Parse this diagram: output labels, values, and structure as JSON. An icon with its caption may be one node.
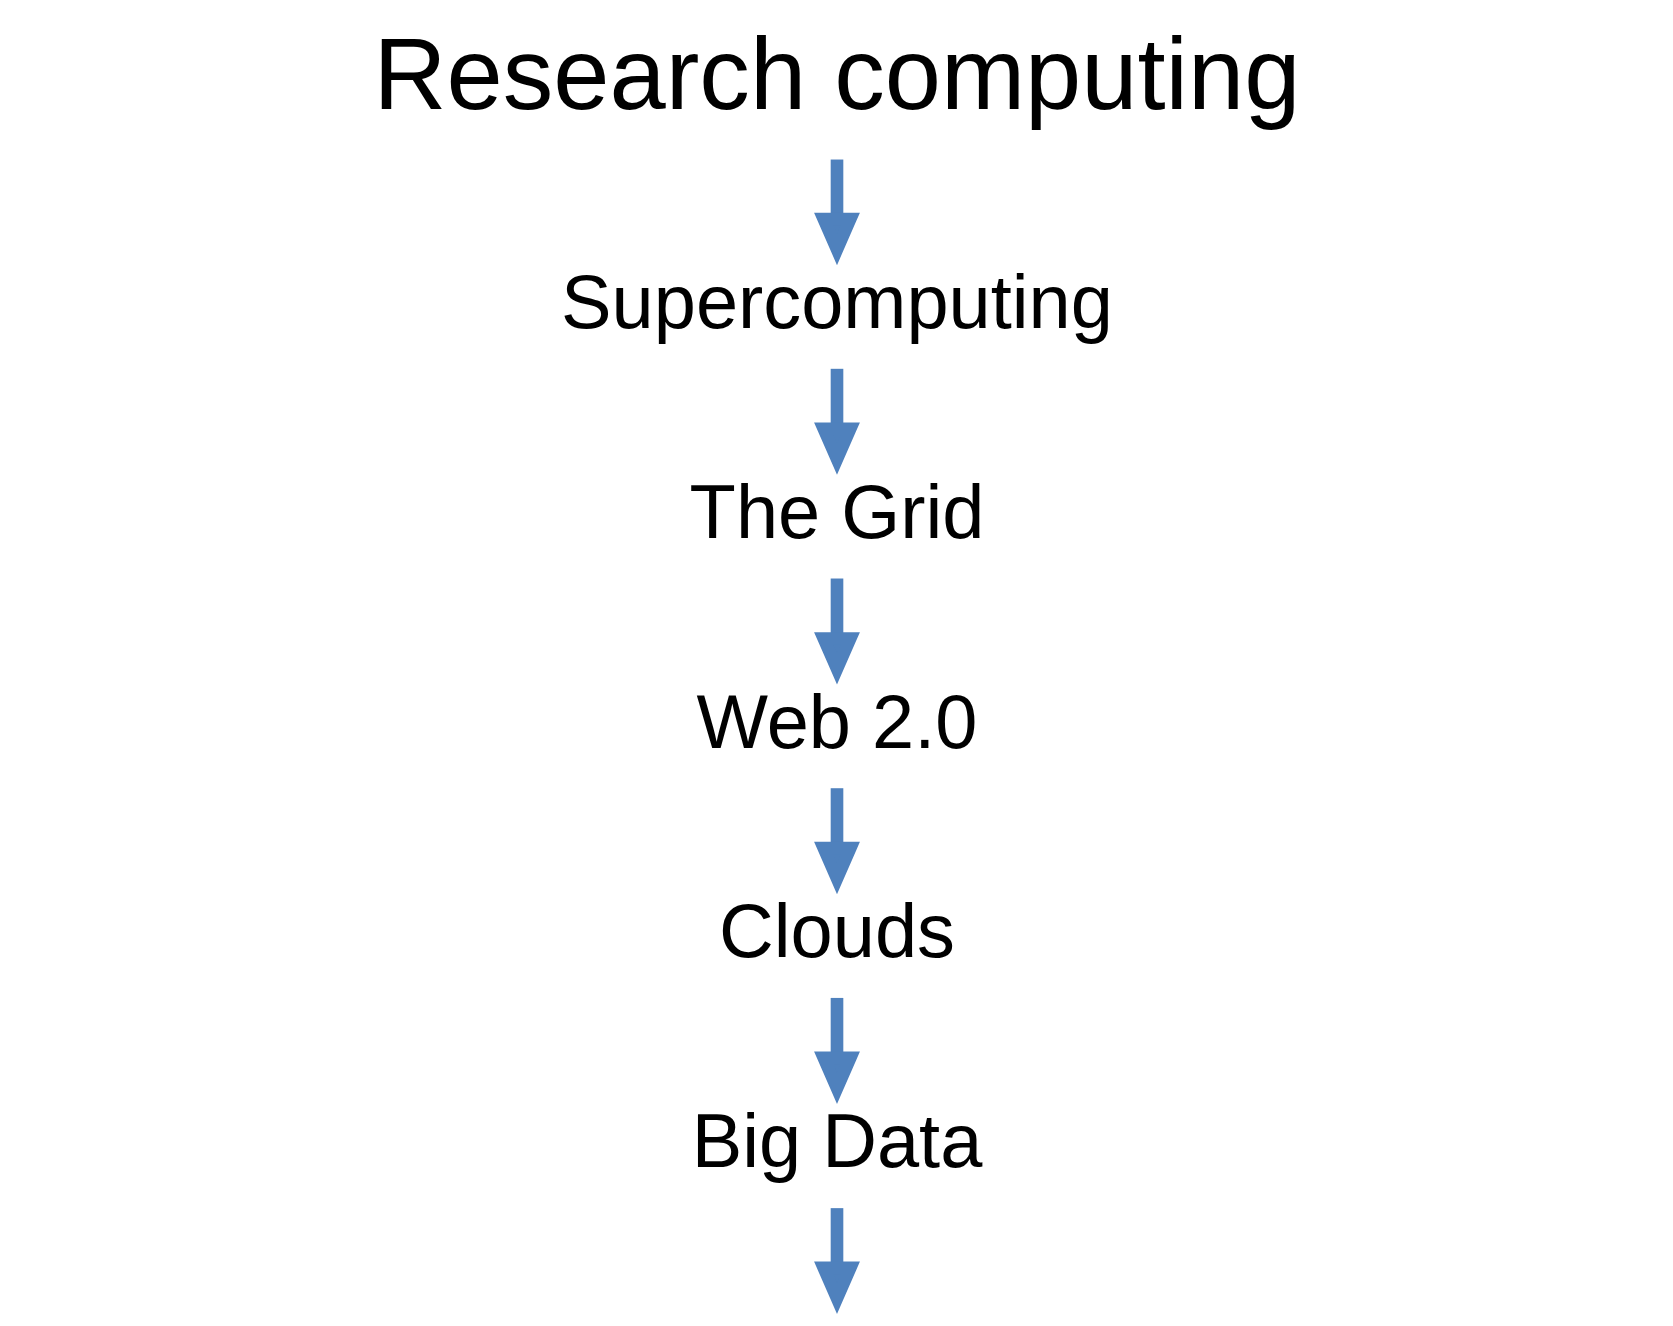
{
  "diagram": {
    "title": "Research computing",
    "nodes": [
      {
        "text": [
          "Supercomputing"
        ]
      },
      {
        "text": [
          "The Grid"
        ]
      },
      {
        "text": [
          "Web 2.0"
        ]
      },
      {
        "text": [
          "Clouds"
        ]
      },
      {
        "text": [
          "Big Data"
        ]
      }
    ],
    "edges": [
      {
        "from": null,
        "to": 0,
        "arrow": "to",
        "color": "#4f81bd"
      },
      {
        "from": 0,
        "to": 1,
        "arrow": "to",
        "color": "#4f81bd"
      },
      {
        "from": 1,
        "to": 2,
        "arrow": "to",
        "color": "#4f81bd"
      },
      {
        "from": 2,
        "to": 3,
        "arrow": "to",
        "color": "#4f81bd"
      },
      {
        "from": 3,
        "to": 4,
        "arrow": "to",
        "color": "#4f81bd"
      },
      {
        "from": 4,
        "to": null,
        "arrow": "to",
        "color": "#4f81bd"
      }
    ]
  }
}
